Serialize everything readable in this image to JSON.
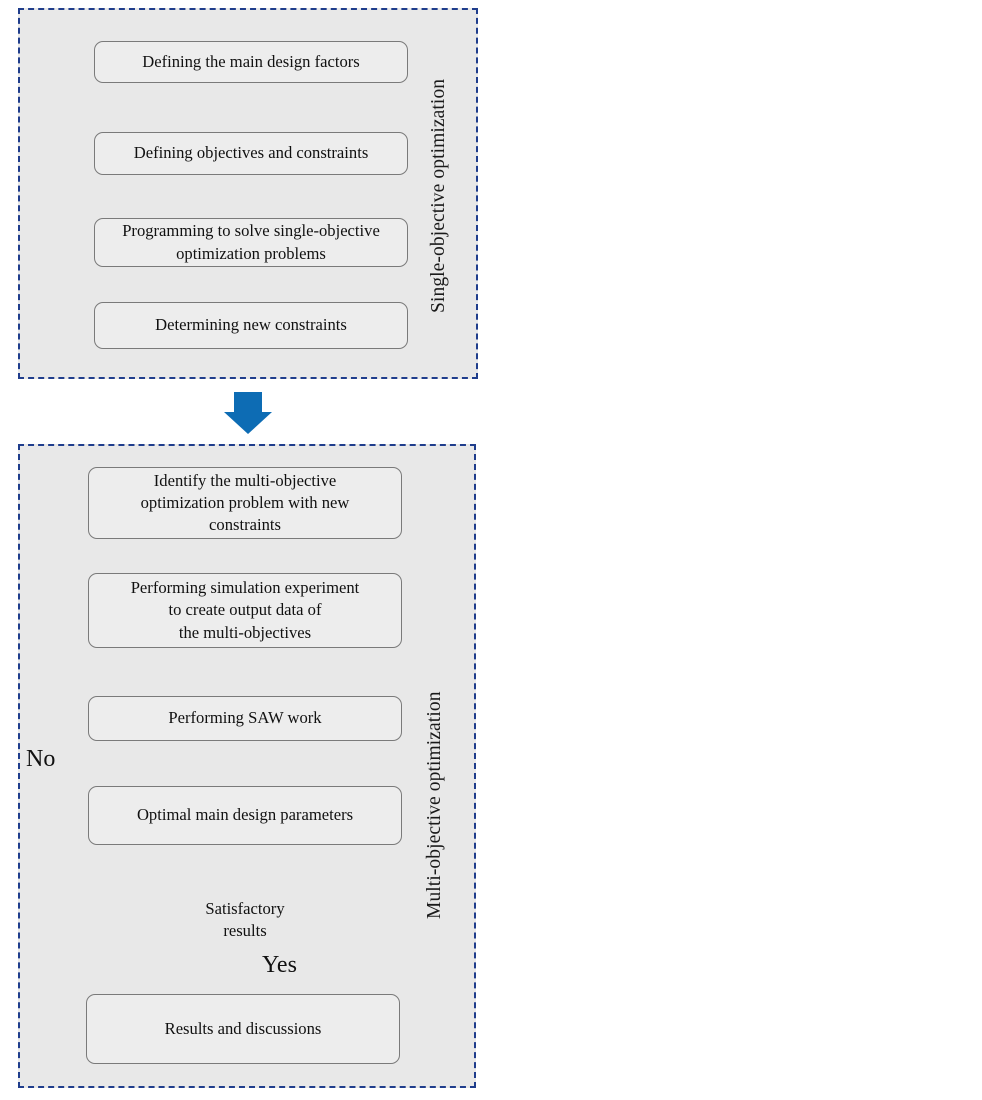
{
  "figure": {
    "type": "flowchart",
    "title": "Optimization procedure flowchart",
    "colors": {
      "panel_fill": "#e8e8e8",
      "panel_border": "#1f3d8c",
      "node_fill": "#ededed",
      "node_border": "#7a7a7a",
      "arrow": "#1b75bb",
      "block_arrow": "#0d6cb4",
      "text": "#111111"
    }
  },
  "panels": [
    {
      "id": "single",
      "side_label": "Single-objective optimization"
    },
    {
      "id": "multi",
      "side_label": "Multi-objective optimization"
    }
  ],
  "nodes": {
    "factors": "Defining the main design factors",
    "objectives": "Defining objectives and constraints",
    "programming_line1": "Programming to solve single-objective",
    "programming_line2": "optimization problems",
    "programming": "Programming to solve single-objective optimization problems",
    "new_constraints": "Determining new constraints",
    "identify_line1": "Identify the multi-objective",
    "identify_line2": "optimization problem with new",
    "identify_line3": "constraints",
    "identify": "Identify the multi-objective optimization problem with new constraints",
    "simulation_line1": "Performing simulation experiment",
    "simulation_line2": "to create output data of",
    "simulation_line3": "the multi-objectives",
    "simulation": "Performing simulation experiment to create output data of the multi-objectives",
    "saw": "Performing SAW work",
    "optimal": "Optimal main design parameters",
    "decision_line1": "Satisfactory",
    "decision_line2": "results",
    "decision": "Satisfactory results",
    "results": "Results and discussions"
  },
  "branches": {
    "no": "No",
    "yes": "Yes"
  },
  "icons": {
    "down_arrow": "down-arrow-icon",
    "block_down_arrow": "block-down-arrow-icon",
    "feedback_loop": "feedback-loop-arrow-icon",
    "decision_diamond": "decision-diamond-icon"
  }
}
